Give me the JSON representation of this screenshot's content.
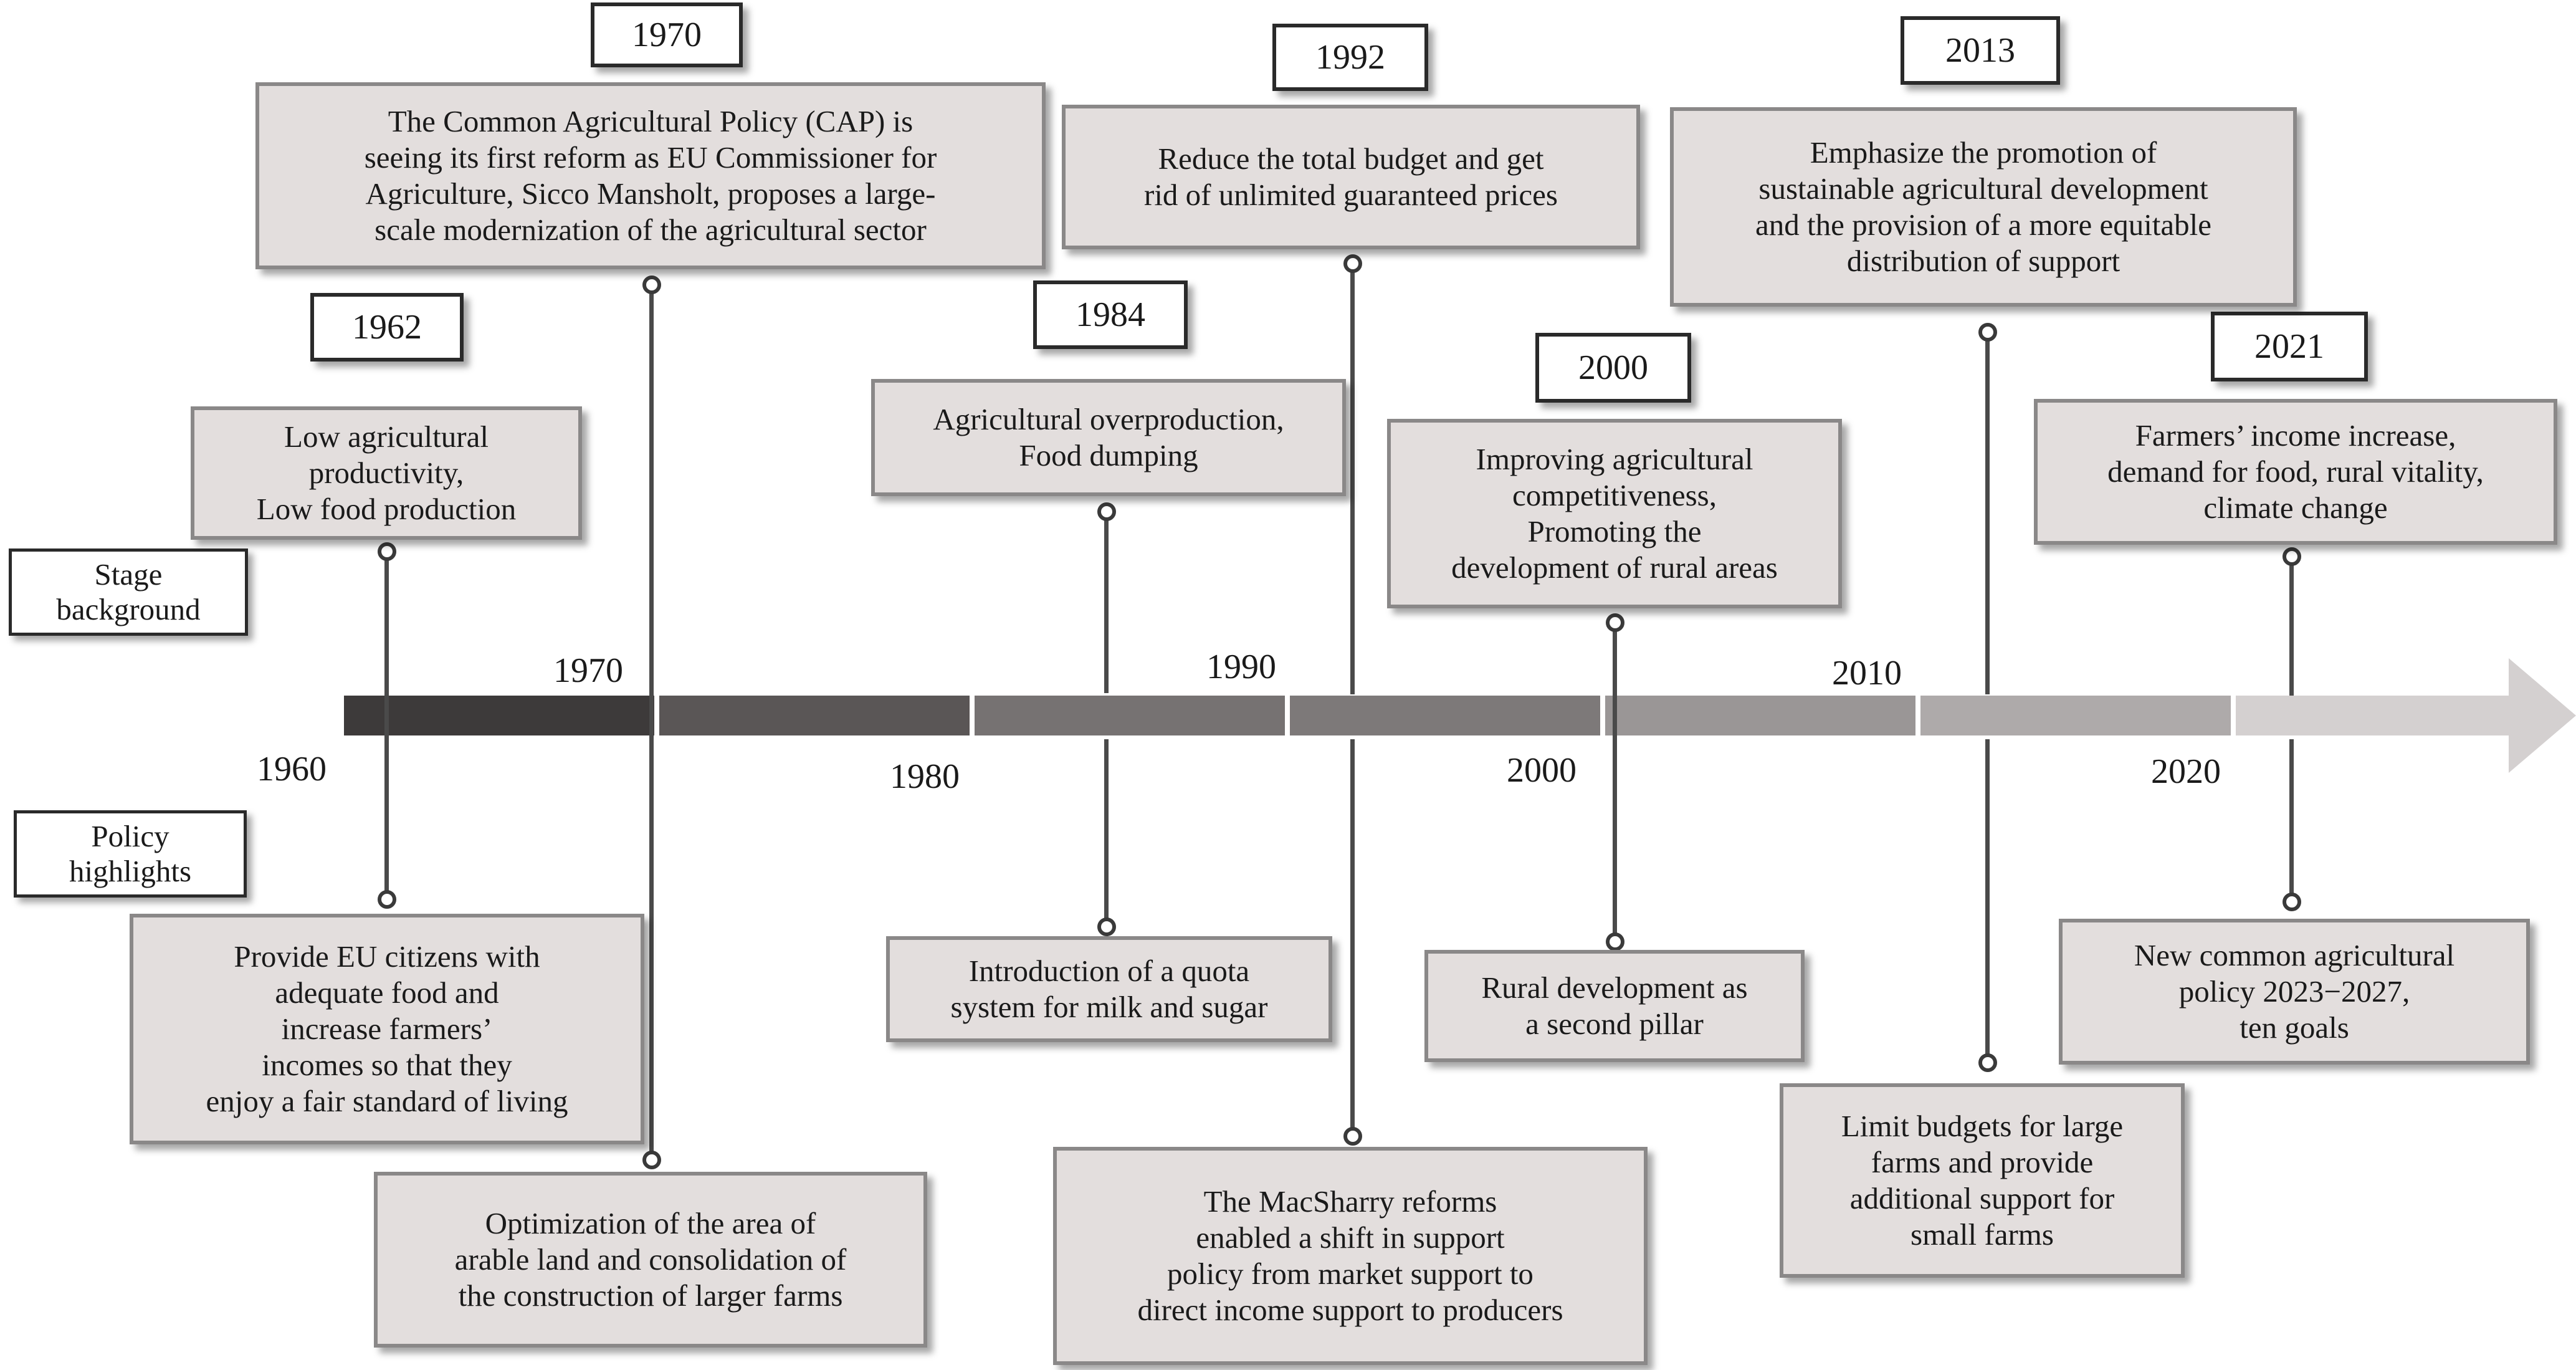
{
  "labels": {
    "stage_background": "Stage\nbackground",
    "policy_highlights": "Policy\nhighlights"
  },
  "axis_ticks": [
    "1960",
    "1970",
    "1980",
    "1990",
    "2000",
    "2010",
    "2020"
  ],
  "milestones": [
    {
      "year": "1962",
      "background": "Low agricultural\nproductivity,\nLow food production",
      "policy": "Provide EU citizens with\nadequate food and\nincrease farmers’\nincomes so that they\nenjoy a fair standard of living"
    },
    {
      "year": "1970",
      "background": "The Common Agricultural Policy (CAP) is\nseeing its first reform as EU Commissioner for\nAgriculture, Sicco Mansholt, proposes a large-\nscale modernization of the agricultural sector",
      "policy": "Optimization of the area of\narable land and consolidation of\nthe construction of larger farms"
    },
    {
      "year": "1984",
      "background": "Agricultural overproduction,\nFood dumping",
      "policy": "Introduction of a quota\nsystem for milk and sugar"
    },
    {
      "year": "1992",
      "background": "Reduce the total budget and get\nrid of unlimited guaranteed prices",
      "policy": "The MacSharry reforms\nenabled a shift in support\npolicy from market support to\ndirect income support to producers"
    },
    {
      "year": "2000",
      "background": "Improving agricultural\ncompetitiveness,\nPromoting the\ndevelopment of rural areas",
      "policy": "Rural development as\na second pillar"
    },
    {
      "year": "2013",
      "background": "Emphasize the promotion of\nsustainable agricultural development\nand the provision of a more equitable\ndistribution of support",
      "policy": "Limit budgets for large\nfarms and provide\nadditional support for\nsmall farms"
    },
    {
      "year": "2021",
      "background": "Farmers’ income increase,\ndemand for food, rural vitality,\nclimate change",
      "policy": "New common agricultural\npolicy 2023−2027,\nten goals"
    }
  ]
}
